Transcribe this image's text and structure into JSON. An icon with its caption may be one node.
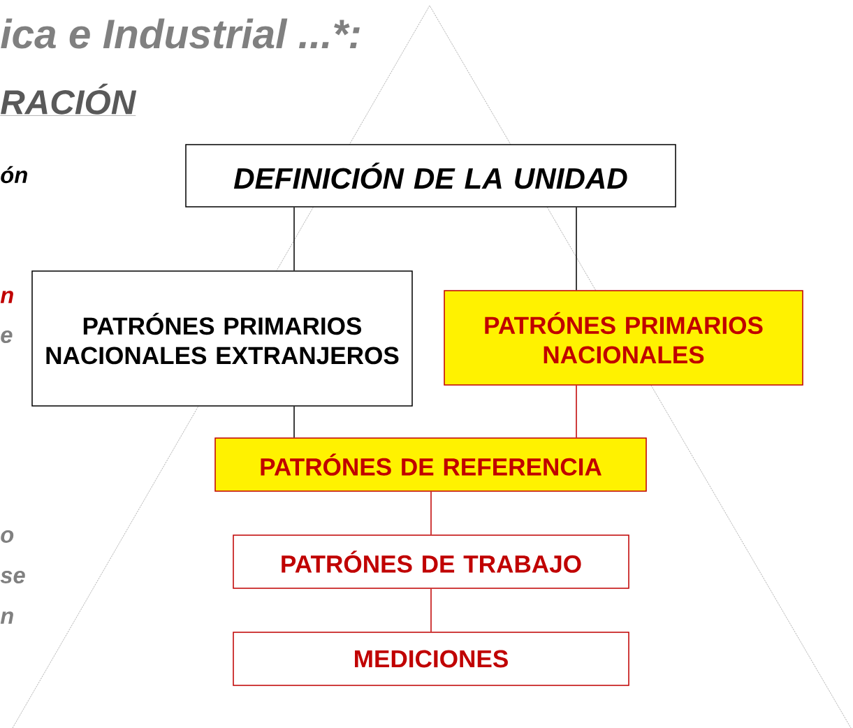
{
  "diagram": {
    "nodes": [
      {
        "text": [
          "DEFINICIÓN DE LA UNIDAD"
        ]
      },
      {
        "text": [
          "PATRÓNES PRIMARIOS NACIONALES EXTRANJEROS"
        ]
      },
      {
        "text": [
          "PATRÓNES PRIMARIOS NACIONALES"
        ]
      },
      {
        "text": [
          "PATRÓNES DE REFERENCIA"
        ]
      },
      {
        "text": [
          "PATRÓNES DE TRABAJO"
        ]
      },
      {
        "text": [
          "MEDICIONES"
        ]
      }
    ],
    "edges": [
      {
        "from": 0,
        "to": 1,
        "arrow": "none"
      },
      {
        "from": 0,
        "to": 2,
        "arrow": "none"
      },
      {
        "from": 1,
        "to": 3,
        "arrow": "none"
      },
      {
        "from": 2,
        "to": 3,
        "arrow": "none",
        "color": "#c00000"
      },
      {
        "from": 3,
        "to": 4,
        "arrow": "none",
        "color": "#c00000"
      },
      {
        "from": 4,
        "to": 5,
        "arrow": "none",
        "color": "#c00000"
      }
    ],
    "labels": [
      "ica e Industrial ...*:",
      "RACIÓN",
      "ón",
      "n",
      "e",
      "o",
      "se",
      "n"
    ]
  }
}
